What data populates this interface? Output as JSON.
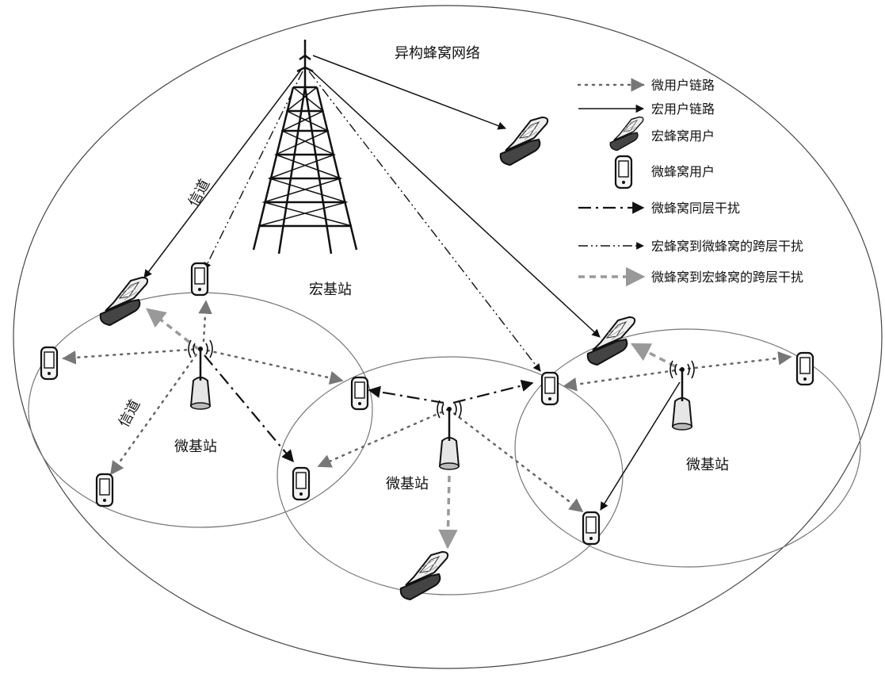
{
  "diagram": {
    "title": "异构蜂窝网络",
    "macro_bs_label": "宏基站",
    "pico_bs_labels": [
      "微基站",
      "微基站",
      "微基站"
    ],
    "channel_labels": [
      "信道",
      "信道"
    ]
  },
  "legend": [
    {
      "key": "pico_link",
      "label": "微用户链路"
    },
    {
      "key": "macro_link",
      "label": "宏用户链路"
    },
    {
      "key": "macro_user",
      "label": "宏蜂窝用户"
    },
    {
      "key": "pico_user",
      "label": "微蜂窝用户"
    },
    {
      "key": "co_tier",
      "label": "微蜂窝同层干扰"
    },
    {
      "key": "macro_to_pico",
      "label": "宏蜂窝到微蜂窝的跨层干扰"
    },
    {
      "key": "pico_to_macro",
      "label": "微蜂窝到宏蜂窝的跨层干扰"
    }
  ],
  "colors": {
    "line": "#111111",
    "gray": "#999999",
    "cell": "#7a7a7a"
  }
}
